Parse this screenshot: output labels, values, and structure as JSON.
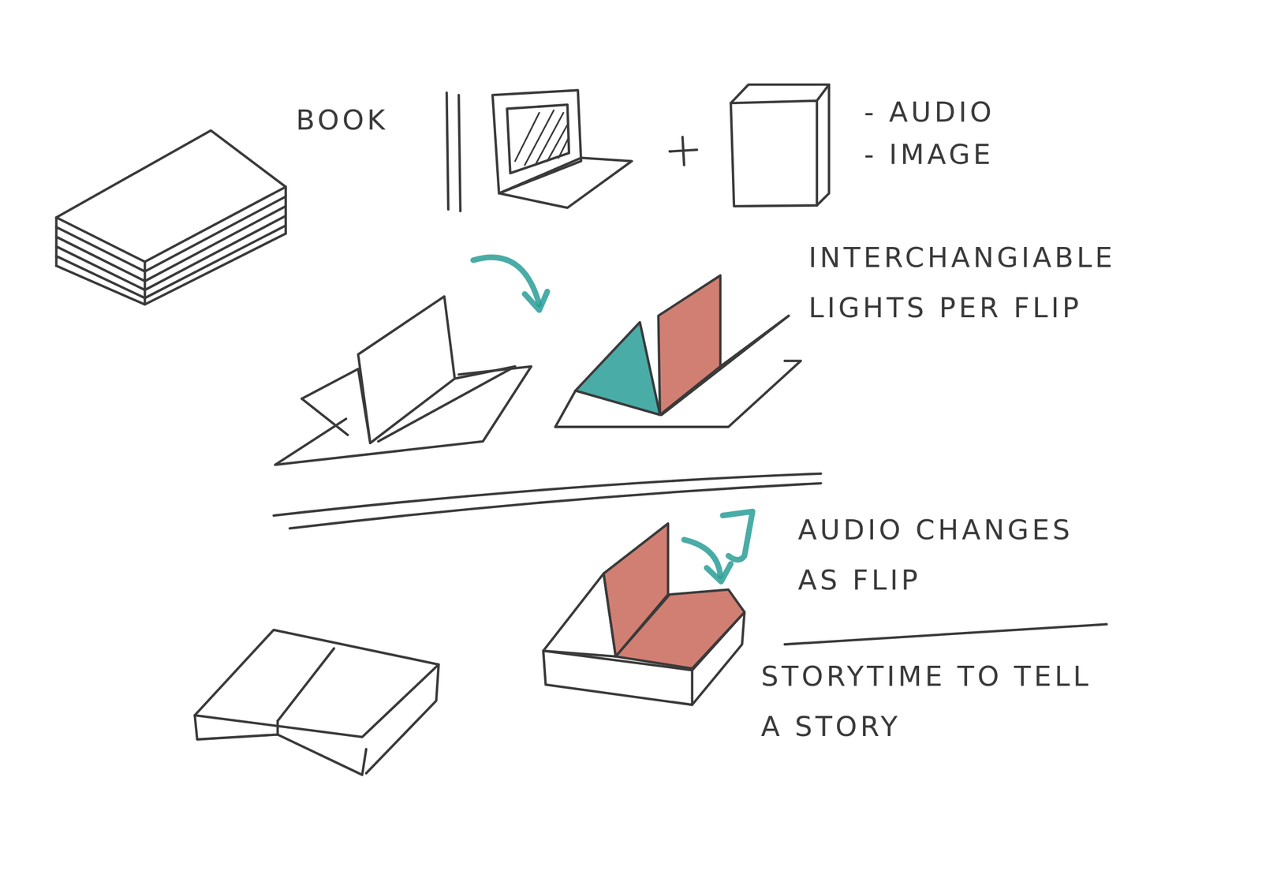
{
  "diagram": {
    "labels": [
      "BOOK",
      "- AUDIO",
      "- IMAGE",
      "INTERCHANGIABLE LIGHTS PER FLIP",
      "AUDIO CHANGES AS FLIP",
      "STORYTIME TO TELL A STORY"
    ]
  }
}
